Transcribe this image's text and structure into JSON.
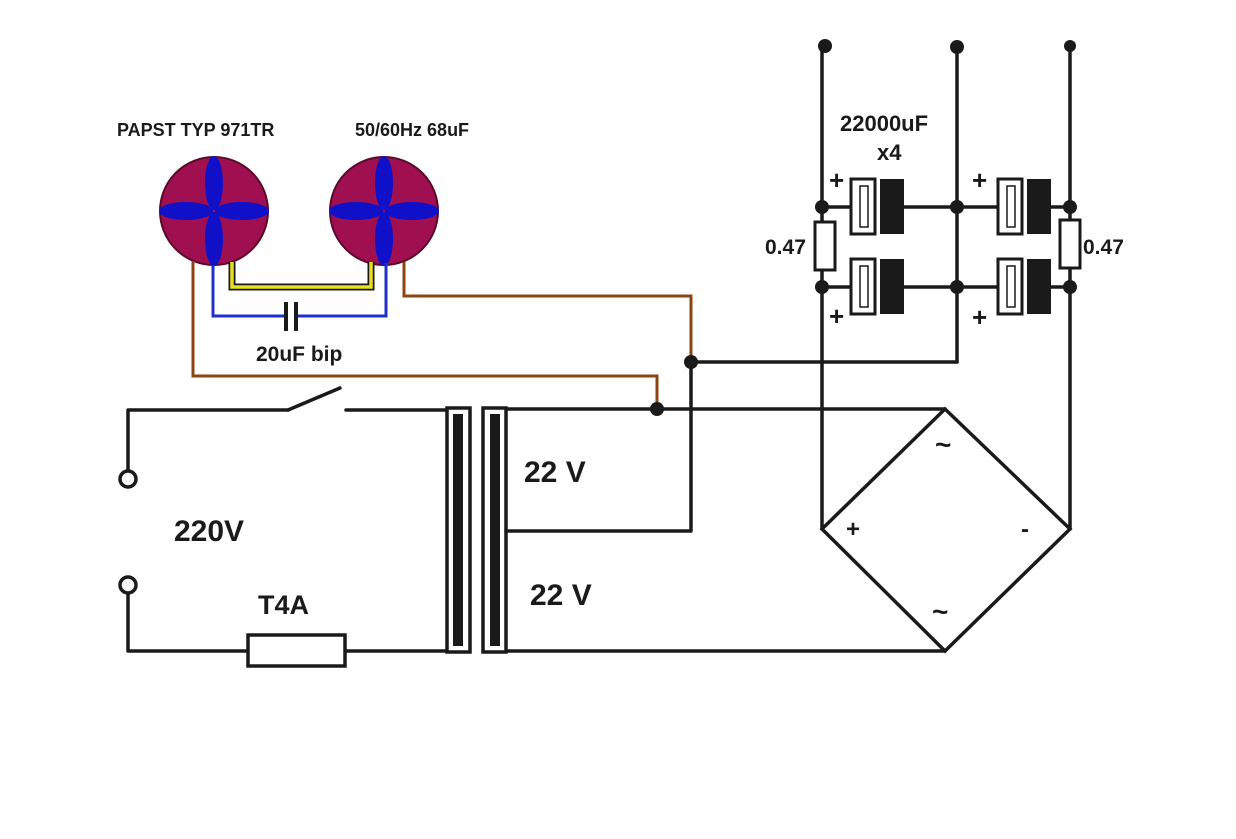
{
  "labels": {
    "fan_model": "PAPST TYP 971TR",
    "fan_spec": "50/60Hz 68uF",
    "fan_cap": "20uF bip",
    "mains": "220V",
    "fuse": "T4A",
    "secondary_top": "22 V",
    "secondary_bottom": "22 V",
    "filter_caps": "22000uF",
    "filter_caps_count": "x4",
    "resistor_left": "0.47",
    "resistor_right": "0.47",
    "plus": "+",
    "minus": "-",
    "ac": "~"
  },
  "colors": {
    "wire": "#1a1a1a",
    "fan_body": "#a01050",
    "fan_blade": "#1010c8",
    "wire_brown": "#8b4513",
    "wire_blue": "#1e30c8",
    "wire_yellow": "#e8e020"
  }
}
